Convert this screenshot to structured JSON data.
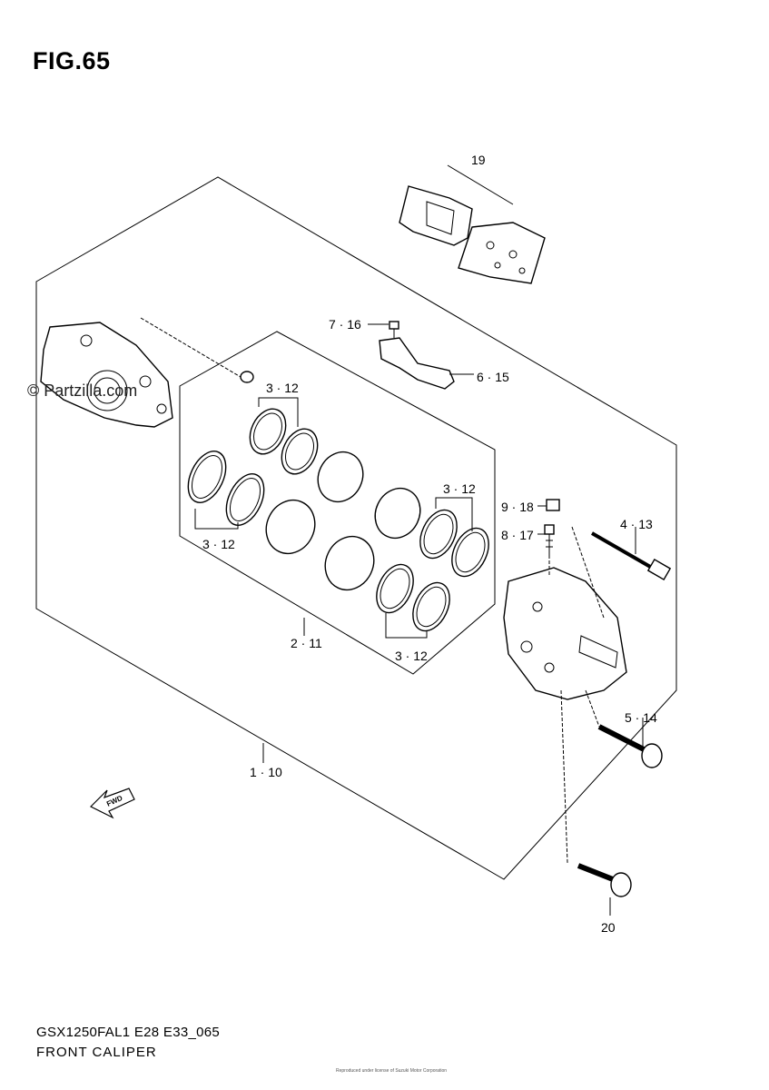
{
  "figure": {
    "title": "FIG.65",
    "watermark": "© Partzilla.com",
    "model_code": "GSX1250FAL1 E28 E33_065",
    "diagram_name": "FRONT CALIPER",
    "copyright": "Reproduced under license of Suzuki Motor Corporation"
  },
  "callouts": [
    {
      "id": "c19",
      "label": "19"
    },
    {
      "id": "c7-16",
      "label": "7 · 16"
    },
    {
      "id": "c6-15",
      "label": "6 · 15"
    },
    {
      "id": "c3-12a",
      "label": "3 · 12"
    },
    {
      "id": "c3-12b",
      "label": "3 · 12"
    },
    {
      "id": "c3-12c",
      "label": "3 · 12"
    },
    {
      "id": "c3-12d",
      "label": "3 · 12"
    },
    {
      "id": "c9-18",
      "label": "9 · 18"
    },
    {
      "id": "c8-17",
      "label": "8 · 17"
    },
    {
      "id": "c4-13",
      "label": "4 · 13"
    },
    {
      "id": "c2-11",
      "label": "2 · 11"
    },
    {
      "id": "c5-14",
      "label": "5 · 14"
    },
    {
      "id": "c1-10",
      "label": "1 · 10"
    },
    {
      "id": "c20",
      "label": "20"
    }
  ],
  "fwd_label": "FWD"
}
